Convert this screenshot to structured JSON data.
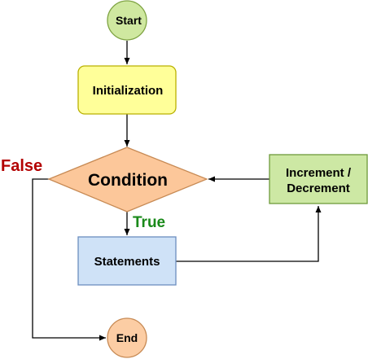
{
  "colors": {
    "start_fill": "#cfe8a0",
    "start_stroke": "#7ea342",
    "init_fill": "#ffff99",
    "init_stroke": "#b9b100",
    "condition_fill": "#fcc79a",
    "condition_stroke": "#c78a54",
    "increment_fill": "#cde8a4",
    "increment_stroke": "#6e9a3c",
    "statements_fill": "#cfe2f7",
    "statements_stroke": "#6c8ebf",
    "end_fill": "#fccda4",
    "end_stroke": "#c78a54",
    "false_label": "#b30000",
    "true_label": "#1a8a1a",
    "edge": "#000000"
  },
  "nodes": {
    "start": "Start",
    "initialization": "Initialization",
    "condition": "Condition",
    "increment_line1": "Increment /",
    "increment_line2": "Decrement",
    "statements": "Statements",
    "end": "End"
  },
  "edge_labels": {
    "false": "False",
    "true": "True"
  }
}
